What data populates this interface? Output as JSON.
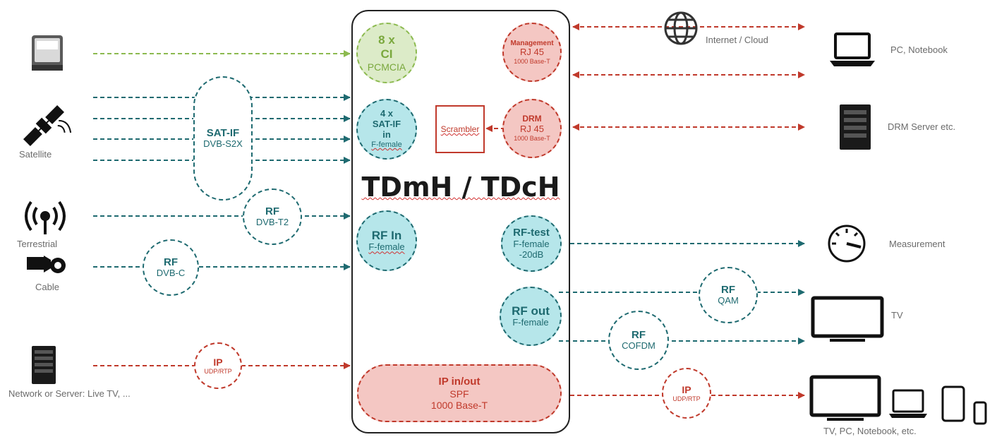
{
  "title": "TDmH / TDcH",
  "sources": {
    "satellite": "Satellite",
    "terrestrial": "Terrestrial",
    "cable": "Cable",
    "network": "Network or Server: Live TV, ..."
  },
  "input_groups": {
    "satif": {
      "title": "SAT-IF",
      "sub": "DVB-S2X"
    },
    "rf_t2": {
      "title": "RF",
      "sub": "DVB-T2"
    },
    "rf_c": {
      "title": "RF",
      "sub": "DVB-C"
    },
    "ip_in": {
      "title": "IP",
      "sub": "UDP/RTP"
    }
  },
  "ports": {
    "ci": {
      "title": "8 x\nCI",
      "sub": "PCMCIA"
    },
    "satif_in": {
      "title": "4 x\nSAT-IF\nin",
      "sub": "F-female"
    },
    "rf_in": {
      "title": "RF In",
      "sub": "F-female"
    },
    "management": {
      "title": "Management",
      "sub1": "RJ 45",
      "sub2": "1000 Base-T"
    },
    "drm": {
      "title": "DRM",
      "sub1": "RJ 45",
      "sub2": "1000 Base-T"
    },
    "rf_test": {
      "title": "RF-test",
      "sub1": "F-female",
      "sub2": "-20dB"
    },
    "rf_out": {
      "title": "RF out",
      "sub": "F-female"
    },
    "ip_inout": {
      "title": "IP in/out",
      "sub1": "SPF",
      "sub2": "1000 Base-T"
    }
  },
  "scrambler": "Scrambler",
  "output_groups": {
    "rf_qam": {
      "title": "RF",
      "sub": "QAM"
    },
    "rf_cofdm": {
      "title": "RF",
      "sub": "COFDM"
    },
    "ip_out": {
      "title": "IP",
      "sub": "UDP/RTP"
    }
  },
  "destinations": {
    "internet": "Internet / Cloud",
    "pc": "PC, Notebook",
    "drm_server": "DRM Server etc.",
    "measurement": "Measurement",
    "tv": "TV",
    "devices": "TV, PC, Notebook, etc."
  },
  "colors": {
    "teal": "#1e6a70",
    "red": "#c0392b",
    "green": "#8cba4f",
    "teal_fill": "#b6e6ea",
    "red_fill": "#f4c7c3",
    "green_fill": "#dcebc8"
  },
  "icons": [
    "ci-module-icon",
    "satellite-icon",
    "antenna-icon",
    "cable-icon",
    "server-icon",
    "globe-icon",
    "laptop-icon",
    "gauge-icon",
    "tv-icon",
    "tablet-icon",
    "smartphone-icon"
  ]
}
